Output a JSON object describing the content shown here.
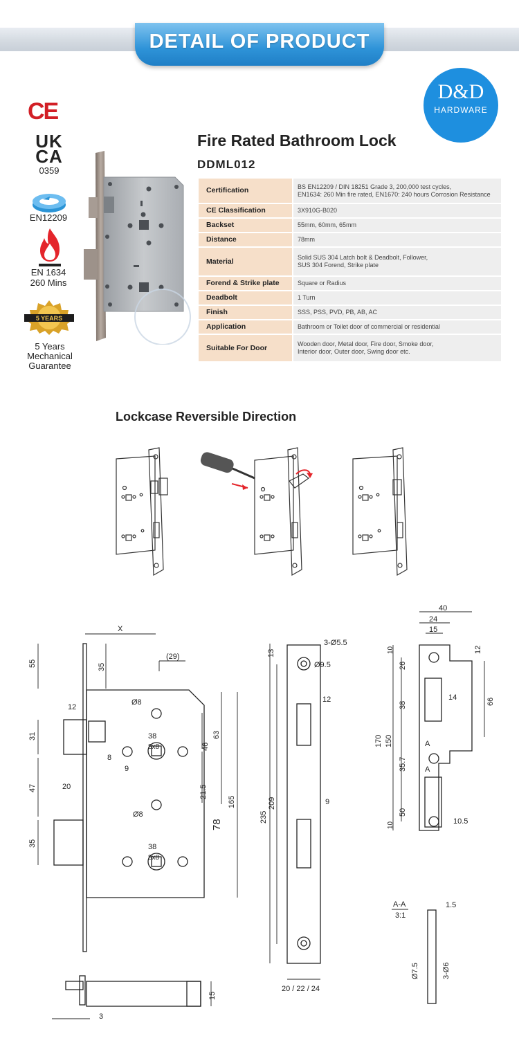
{
  "banner": {
    "title": "DETAIL OF PRODUCT"
  },
  "logo": {
    "brand": "D&D",
    "subtitle": "HARDWARE"
  },
  "certifications": {
    "ce": "CE",
    "ukca_top": "UK",
    "ukca_bottom": "CA",
    "ukca_number": "0359",
    "en12209": "EN12209",
    "fire_line1": "EN 1634",
    "fire_line2": "260 Mins",
    "guarantee_badge": "5 YEARS",
    "guarantee_line1": "5 Years",
    "guarantee_line2": "Mechanical",
    "guarantee_line3": "Guarantee"
  },
  "product": {
    "title": "Fire Rated Bathroom Lock",
    "model": "DDML012"
  },
  "specs": [
    {
      "label": "Certification",
      "value": [
        "BS EN12209 / DIN 18251 Grade 3, 200,000 test cycles,",
        "EN1634: 260 Min fire rated, EN1670: 240 hours Corrosion Resistance"
      ]
    },
    {
      "label": "CE Classification",
      "value": [
        "3X910G-B020"
      ]
    },
    {
      "label": "Backset",
      "value": [
        "55mm, 60mm, 65mm"
      ]
    },
    {
      "label": "Distance",
      "value": [
        "78mm"
      ]
    },
    {
      "label": "Material",
      "value": [
        "Solid SUS 304 Latch bolt & Deadbolt, Follower,",
        "SUS 304 Forend, Strike plate"
      ]
    },
    {
      "label": "Forend & Strike plate",
      "value": [
        "Square or Radius"
      ]
    },
    {
      "label": "Deadbolt",
      "value": [
        "1 Turn"
      ]
    },
    {
      "label": "Finish",
      "value": [
        "SSS, PSS, PVD, PB, AB, AC"
      ]
    },
    {
      "label": "Application",
      "value": [
        "Bathroom or Toilet door of commercial or residential"
      ]
    },
    {
      "label": "Suitable For Door",
      "value": [
        "Wooden door, Metal door, Fire door, Smoke door,",
        "Interior door, Outer door, Swing door etc."
      ]
    }
  ],
  "reversible": {
    "title": "Lockcase Reversible Direction"
  },
  "dims": {
    "x": "X",
    "d29": "(29)",
    "d55": "55",
    "d35a": "35",
    "d12a": "12",
    "d31": "31",
    "d47": "47",
    "d20": "20",
    "d35b": "35",
    "dia8a": "Ø8",
    "d38a": "38",
    "d8x8a": "8x8",
    "d8": "8",
    "d9": "9",
    "dia8b": "Ø8",
    "d46": "46",
    "d63": "63",
    "d21_5": "21.5",
    "d78": "78",
    "d165": "165",
    "d38b": "38",
    "d8x8b": "8x8",
    "d15": "15",
    "d3": "3",
    "f13": "13",
    "f3dia": "3-Ø5.5",
    "f9_5": "Ø9.5",
    "f12": "12",
    "f235": "235",
    "f209": "209",
    "f9": "9",
    "f_width": "20 / 22 / 24",
    "s40": "40",
    "s24": "24",
    "s15": "15",
    "s10a": "10",
    "s12": "12",
    "s26": "26",
    "s38": "38",
    "s14": "14",
    "s66": "66",
    "s170": "170",
    "s150": "150",
    "s35_7": "35.7",
    "sA1": "A",
    "sA2": "A",
    "s50": "50",
    "s10_5": "10.5",
    "s10b": "10",
    "aa_title": "A-A",
    "aa_scale": "3:1",
    "aa1_5": "1.5",
    "aa7_5": "Ø7.5",
    "aa3_6": "3-Ø6"
  }
}
